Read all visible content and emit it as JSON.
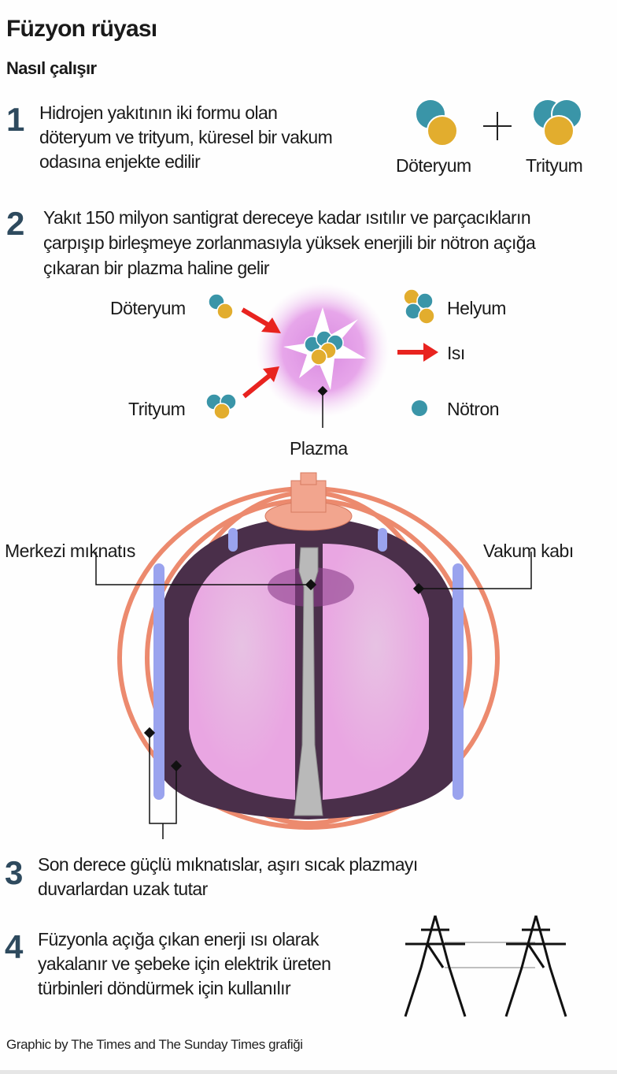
{
  "title": "Füzyon rüyası",
  "subtitle": "Nasıl çalışır",
  "steps": [
    {
      "number": "1",
      "lines": [
        "Hidrojen yakıtının iki formu olan",
        "döteryum ve trityum, küresel bir vakum",
        "odasına enjekte edilir"
      ]
    },
    {
      "number": "2",
      "lines": [
        "Yakıt 150 milyon santigrat dereceye kadar ısıtılır ve parçacıkların",
        "çarpışıp birleşmeye zorlanmasıyla yüksek enerjili bir nötron açığa",
        "çıkaran bir plazma haline gelir"
      ]
    },
    {
      "number": "3",
      "lines": [
        "Son derece güçlü mıknatıslar, aşırı sıcak plazmayı",
        "duvarlardan uzak tutar"
      ]
    },
    {
      "number": "4",
      "lines": [
        "Füzyonla açığa çıkan enerji ısı olarak",
        "yakalanır ve şebeke için elektrik üreten",
        "türbinleri döndürmek için kullanılır"
      ]
    }
  ],
  "fuel_labels": {
    "deuterium": "Döteryum",
    "tritium": "Trityum"
  },
  "reaction": {
    "deuterium": "Döteryum",
    "tritium": "Trityum",
    "helium": "Helyum",
    "heat": "Isı",
    "neutron": "Nötron",
    "plasma": "Plazma"
  },
  "tokamak": {
    "central_magnet": "Merkezi mıknatıs",
    "vacuum_vessel": "Vakum kabı"
  },
  "footer": "Graphic by The Times and The Sunday Times grafiği",
  "colors": {
    "proton_teal": "#3a95a8",
    "neutron_gold": "#e2ad2e",
    "arrow_red": "#e8231f",
    "coil_orange": "#f08a6e",
    "plasma_pink": "#f2b8ec",
    "number": "#2e4a5e"
  }
}
